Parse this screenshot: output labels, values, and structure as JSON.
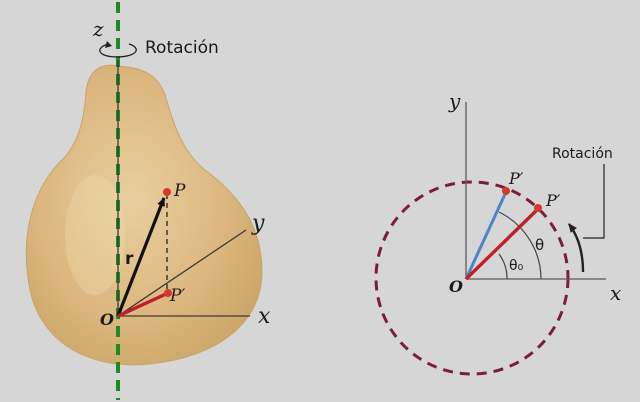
{
  "left_figure": {
    "axis_z": "z",
    "rotation_label": "Rotación",
    "axis_y": "y",
    "axis_x": "x",
    "origin": "O",
    "point_p": "P",
    "point_p_prime": "P′",
    "vector_r": "r"
  },
  "right_figure": {
    "axis_y": "y",
    "axis_x": "x",
    "origin": "O",
    "point_p_prime_upper": "P′",
    "point_p_prime": "P′",
    "angle_theta": "θ",
    "angle_theta0": "θ₀",
    "rotation_label": "Rotación"
  },
  "colors": {
    "background": "#d6d6d6",
    "body_fill": "#dcb77f",
    "body_edge": "#c9a466",
    "axis": "#3a3a3a",
    "z_axis_dashed": "#1e8a22",
    "vector_r": "#111111",
    "projection_red": "#c0202a",
    "point_red": "#d33a2a",
    "circle_dashed": "#7a1e3c",
    "vector_blue": "#4a86c8"
  }
}
